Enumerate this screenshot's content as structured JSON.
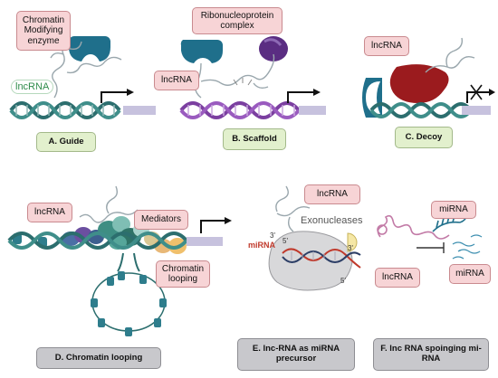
{
  "labels": {
    "chromatin_modifying_enzyme": "Chromatin Modifying enzyme",
    "lncrna_a": "lncRNA",
    "guide": "A. Guide",
    "ribonucleoprotein_complex": "Ribonucleoprotein complex",
    "lncrna_b": "lncRNA",
    "scaffold": "B. Scaffold",
    "lncrna_c": "lncRNA",
    "decoy": "C. Decoy",
    "lncrna_d": "lncRNA",
    "mediators": "Mediators",
    "chromatin_looping_box": "Chromatin looping",
    "chromatin_looping_caption": "D.  Chromatin looping",
    "lncrna_e": "lncRNA",
    "exonucleases": "Exonucleases",
    "mirna_e": "miRNA",
    "prime_3": "3'",
    "prime_5a": "5'",
    "prime_5b": "5'",
    "prime_3b": "3'",
    "mirna_precursor_caption": "E. lnc-RNA as miRNA precursor",
    "mirna_f_top": "miRNA",
    "lncrna_f": "lncRNA",
    "mirna_f_bottom": "miRNA",
    "sponging_caption": "F.  lnc RNA spoinging mi-RNA"
  },
  "colors": {
    "label_fill": "#f7d4d6",
    "label_border": "#c98a8f",
    "caption_green": "#e2f0cd",
    "caption_grey": "#c8c8cc",
    "dna_teal": "#2c6e6e",
    "dna_purple": "#7b3fa0",
    "enzyme_blue": "#1f6f8b",
    "decoy_red": "#9b1b1e",
    "mirna_red": "#c0392b"
  }
}
